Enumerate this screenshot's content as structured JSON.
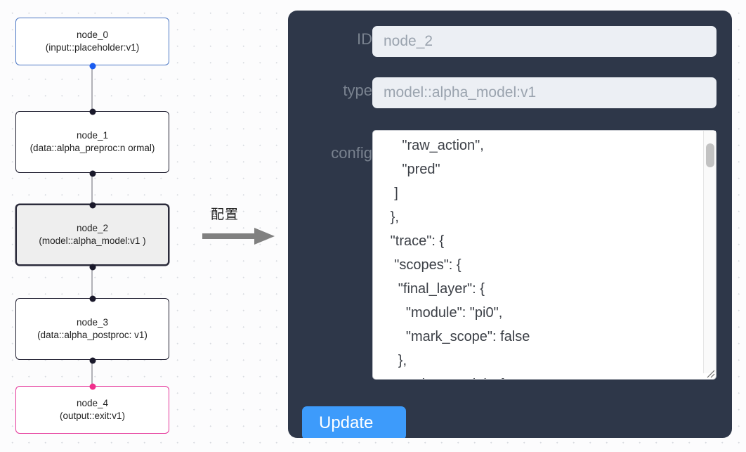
{
  "graph": {
    "nodes": [
      {
        "id": "node_0",
        "title": "node_0",
        "subtitle": "(input::placeholder:v1)",
        "kind": "input",
        "selected": false
      },
      {
        "id": "node_1",
        "title": "node_1",
        "subtitle": "(data::alpha_preproc:n\normal)",
        "kind": "default",
        "selected": false
      },
      {
        "id": "node_2",
        "title": "node_2",
        "subtitle": "(model::alpha_model:v1\n)",
        "kind": "model",
        "selected": true
      },
      {
        "id": "node_3",
        "title": "node_3",
        "subtitle": "(data::alpha_postproc:\nv1)",
        "kind": "default",
        "selected": false
      },
      {
        "id": "node_4",
        "title": "node_4",
        "subtitle": "(output::exit:v1)",
        "kind": "output",
        "selected": false
      }
    ],
    "colors": {
      "input_border": "#4a76c4",
      "output_border": "#e5369a",
      "default_border": "#1a192b",
      "selected_fill": "#eeeeee",
      "edge": "#b1b1b7",
      "handle": "#1a192b",
      "handle_input": "#1a5cf0",
      "handle_output": "#f0308c"
    }
  },
  "annotation": {
    "label": "配置",
    "arrow_icon": "right-arrow-icon",
    "arrow_color": "#808080"
  },
  "panel": {
    "background": "#2e3749",
    "fields": [
      {
        "key": "id",
        "label": "ID",
        "value": "node_2"
      },
      {
        "key": "type",
        "label": "type",
        "value": "model::alpha_model:v1"
      },
      {
        "key": "config",
        "label": "config",
        "value": "      \"raw_action\",\n      \"pred\"\n    ]\n   },\n   \"trace\": {\n    \"scopes\": {\n     \"final_layer\": {\n       \"module\": \"pi0\",\n       \"mark_scope\": false\n     },\n     \"action_model\": {"
      }
    ],
    "scrollbar": {
      "thumb_color": "#c2c2c2",
      "track_color": "#fafafa"
    },
    "resize_grip_icon": "resize-grip-icon",
    "update_button": {
      "label": "Update",
      "color": "#3d9bfb",
      "text_color": "#ffffff"
    }
  }
}
